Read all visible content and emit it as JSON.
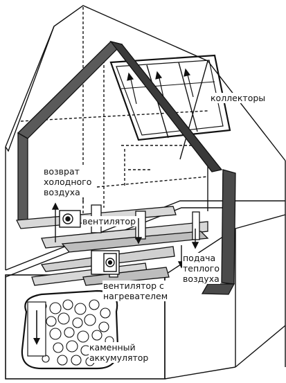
{
  "labels": {
    "collectors": "коллекторы",
    "cold_air_return": [
      "возврат",
      "холодного",
      "воздуха"
    ],
    "fan": "вентилятор",
    "warm_air_supply": [
      "подача",
      "теплого",
      "воздуха"
    ],
    "fan_with_heater": [
      "вентилятор с",
      "нагревателем"
    ],
    "stone_storage": [
      "каменный",
      "аккумулятор"
    ]
  },
  "colors": {
    "line": "#111111",
    "duct_fill": "#5a5a5a",
    "duct_dark": "#2b2b2b",
    "background": "#ffffff"
  }
}
